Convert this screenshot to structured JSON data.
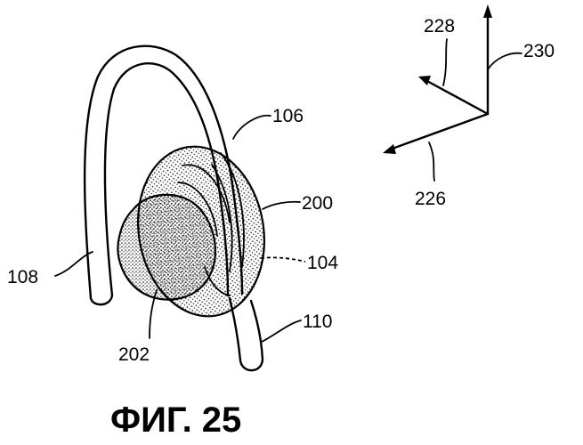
{
  "figure": {
    "caption": "ФИГ. 25",
    "reference_numerals": {
      "ear_hook": "106",
      "hook_left_end": "108",
      "hook_right_end": "110",
      "housing": "200",
      "boundary": "104",
      "ear_tip": "202",
      "axis_diagonal": "228",
      "axis_vertical": "230",
      "axis_horizontal": "226"
    }
  }
}
